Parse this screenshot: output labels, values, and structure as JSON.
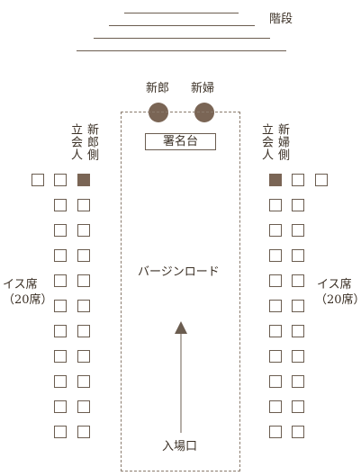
{
  "stage": {
    "label": "階段"
  },
  "couple": {
    "groom": "新郎",
    "bride": "新婦"
  },
  "signing_table": {
    "label": "署名台"
  },
  "witness_groom": "立会人",
  "groom_side": "新郎側",
  "witness_bride": "立会人",
  "bride_side": "新婦側",
  "aisle": {
    "label": "バージンロード"
  },
  "entrance": {
    "label": "入場口"
  },
  "seats_left": {
    "label": "イス席",
    "count": "（20席）"
  },
  "seats_right": {
    "label": "イス席",
    "count": "（20席）"
  },
  "colors": {
    "accent": "#7a6555",
    "line": "#6b5d50"
  }
}
